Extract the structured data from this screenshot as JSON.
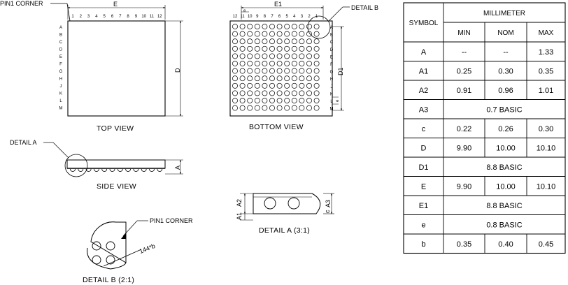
{
  "labels": {
    "pin1_corner_top": "PIN1 CORNER",
    "pin1_corner_detail": "PIN1 CORNER",
    "detail_a_callout": "DETAIL A",
    "detail_b_callout": "DETAIL B",
    "dim_E": "E",
    "dim_E1": "E1",
    "dim_D": "D",
    "dim_D1": "D1",
    "dim_A": "A",
    "dim_A1": "A1",
    "dim_A2": "A2",
    "dim_A3": "A3",
    "dim_c": "c",
    "dim_e": "e",
    "dim_b": "144*b"
  },
  "views": {
    "top": "TOP VIEW",
    "bottom": "BOTTOM VIEW",
    "side": "SIDE VIEW",
    "detail_a": "DETAIL A (3:1)",
    "detail_b": "DETAIL B (2:1)"
  },
  "grid": {
    "columns": [
      "1",
      "2",
      "3",
      "4",
      "5",
      "6",
      "7",
      "8",
      "9",
      "10",
      "11",
      "12"
    ],
    "rows": [
      "A",
      "B",
      "C",
      "D",
      "E",
      "F",
      "G",
      "H",
      "J",
      "K",
      "L",
      "M"
    ],
    "bottom_columns": [
      "12",
      "11",
      "10",
      "9",
      "8",
      "7",
      "6",
      "5",
      "4",
      "3",
      "2",
      "1"
    ]
  },
  "table": {
    "symbol_header": "SYMBOL",
    "unit_header": "MILLIMETER",
    "sub_headers": [
      "MIN",
      "NOM",
      "MAX"
    ],
    "rows": [
      {
        "symbol": "A",
        "min": "--",
        "nom": "--",
        "max": "1.33"
      },
      {
        "symbol": "A1",
        "min": "0.25",
        "nom": "0.30",
        "max": "0.35"
      },
      {
        "symbol": "A2",
        "min": "0.91",
        "nom": "0.96",
        "max": "1.01"
      },
      {
        "symbol": "A3",
        "span": "0.7  BASIC"
      },
      {
        "symbol": "c",
        "min": "0.22",
        "nom": "0.26",
        "max": "0.30"
      },
      {
        "symbol": "D",
        "min": "9.90",
        "nom": "10.00",
        "max": "10.10"
      },
      {
        "symbol": "D1",
        "span": "8.8  BASIC"
      },
      {
        "symbol": "E",
        "min": "9.90",
        "nom": "10.00",
        "max": "10.10"
      },
      {
        "symbol": "E1",
        "span": "8.8  BASIC"
      },
      {
        "symbol": "e",
        "span": "0.8  BASIC"
      },
      {
        "symbol": "b",
        "min": "0.35",
        "nom": "0.40",
        "max": "0.45"
      }
    ]
  }
}
